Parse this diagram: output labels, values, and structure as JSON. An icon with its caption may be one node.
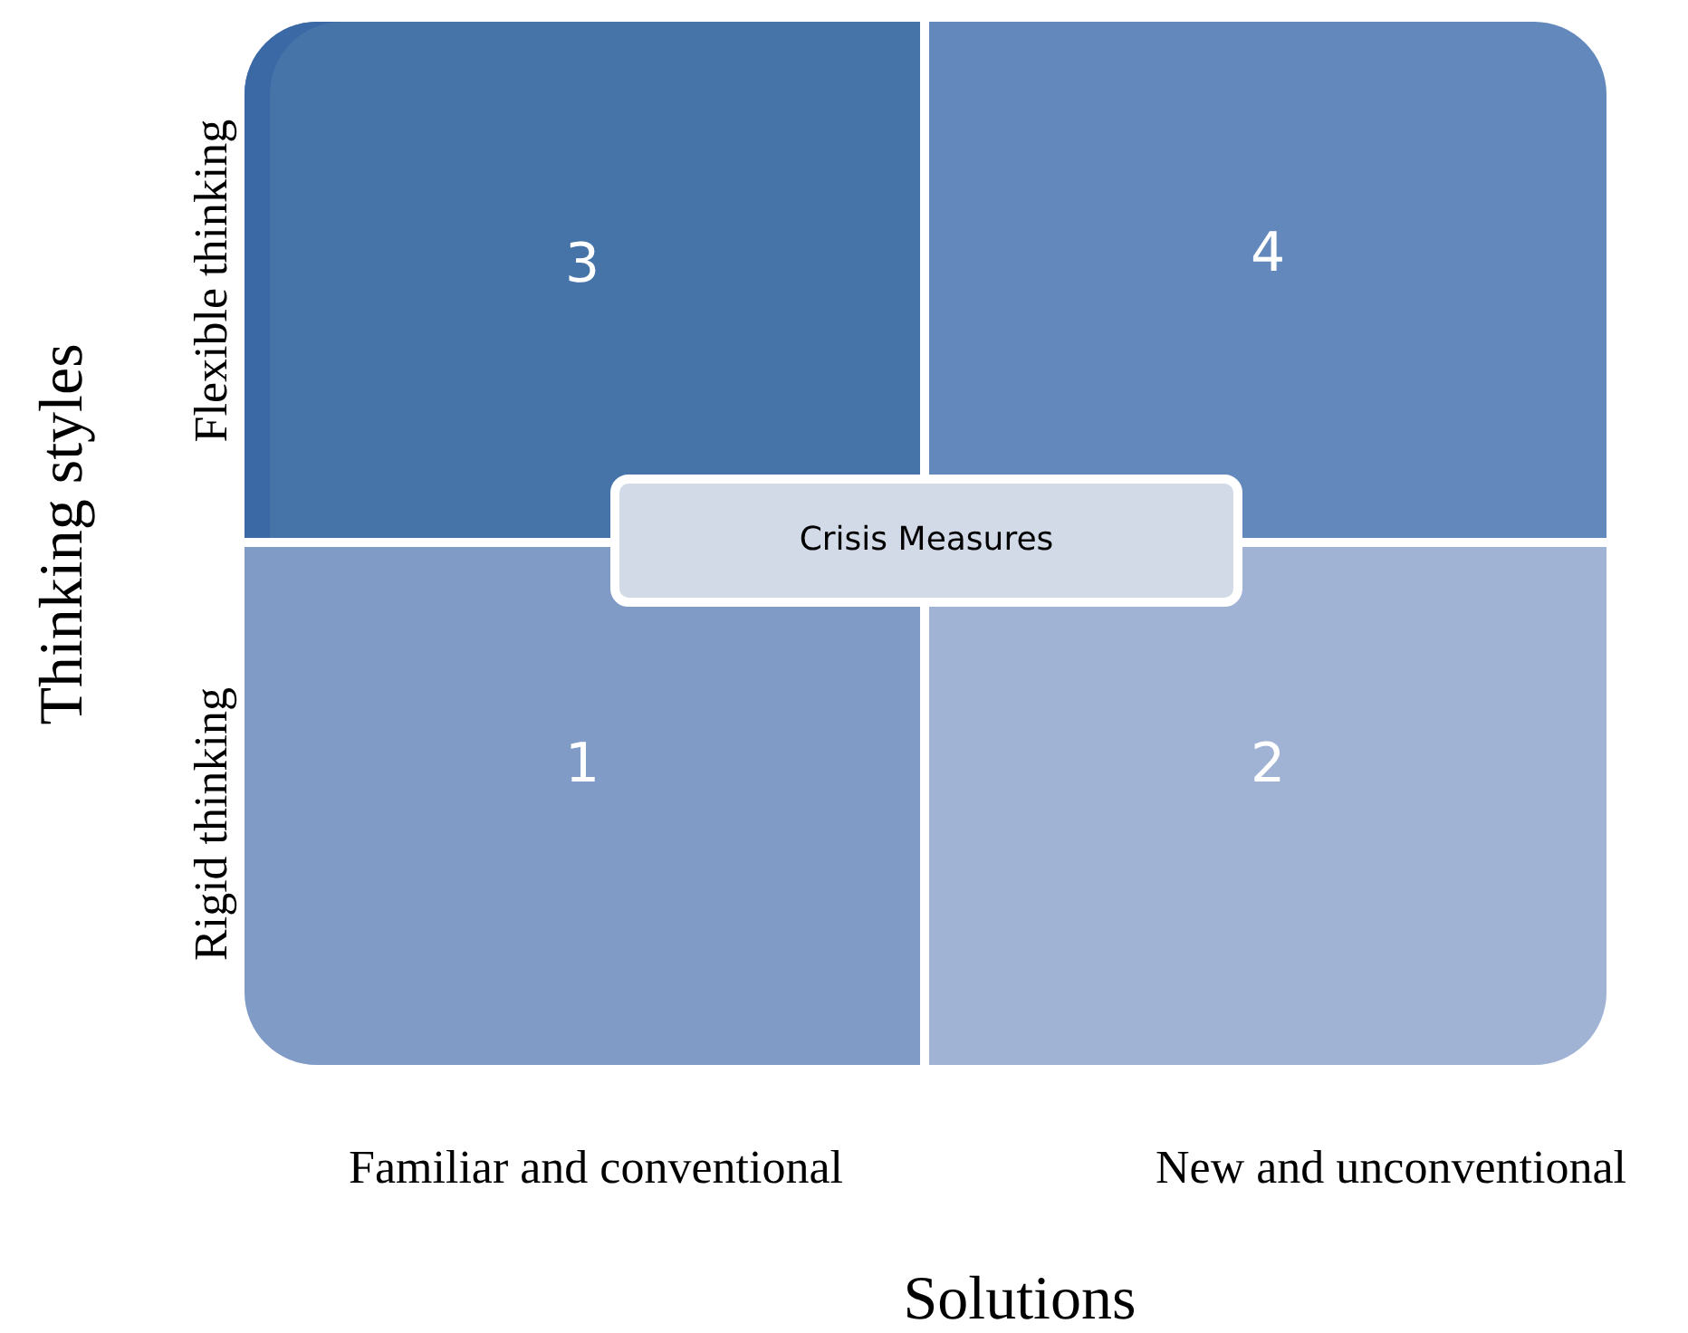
{
  "diagram": {
    "nodes": [
      {
        "text": [
          "3"
        ]
      },
      {
        "text": [
          "4"
        ]
      },
      {
        "text": [
          "Crisis Measures"
        ]
      },
      {
        "text": [
          "1"
        ]
      },
      {
        "text": [
          "2"
        ]
      }
    ],
    "labels": [
      "Flexible thinking",
      "Thinking styles",
      "Rigid thinking",
      "Familiar and conventional",
      "New and unconventional",
      "Solutions"
    ]
  }
}
